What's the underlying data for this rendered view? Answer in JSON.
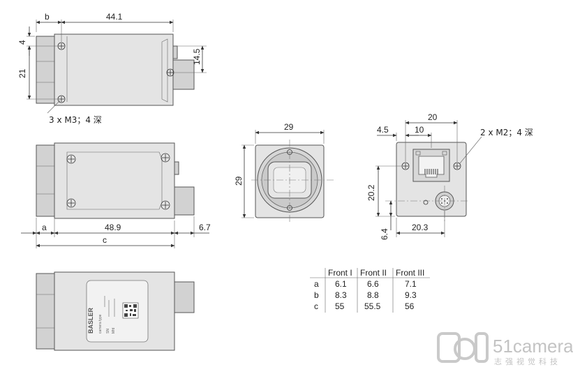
{
  "top_view": {
    "dim_b": "b",
    "dim_length": "44.1",
    "dim_hole_offset": "4",
    "dim_hole_spacing": "21",
    "dim_side_hole": "14.5",
    "note_holes": "3 x M3；4 深"
  },
  "side_view": {
    "dim_a": "a",
    "dim_body": "48.9",
    "dim_connector": "6.7",
    "dim_c": "c"
  },
  "front_view": {
    "dim_width": "29",
    "dim_height": "29"
  },
  "back_view": {
    "dim_width": "20",
    "dim_offset": "4.5",
    "dim_jack": "10",
    "note_holes": "2 x M2；4 深",
    "dim_height": "20.2",
    "dim_bottom": "6.4",
    "dim_io": "20.3"
  },
  "label": {
    "brand": "BASLER",
    "type": "camera type",
    "lines": [
      "SN",
      "Mfd"
    ]
  },
  "table": {
    "headers": [
      "",
      "Front I",
      "Front II",
      "Front III"
    ],
    "rows": [
      [
        "a",
        "6.1",
        "6.6",
        "7.1"
      ],
      [
        "b",
        "8.3",
        "8.8",
        "9.3"
      ],
      [
        "c",
        "55",
        "55.5",
        "56"
      ]
    ]
  },
  "watermark": {
    "logo_text": "51camera",
    "subtitle": "志强视觉科技"
  }
}
